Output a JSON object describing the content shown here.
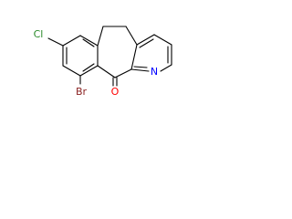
{
  "molecule": {
    "atoms": {
      "chlorine": "Cl",
      "bromine": "Br",
      "oxygen": "O",
      "nitrogen": "N"
    }
  },
  "colors": {
    "bond": "#000000",
    "chlorine": "#2a8a2a",
    "bromine": "#8b2323",
    "oxygen": "#ff0000",
    "nitrogen": "#0000ff"
  }
}
